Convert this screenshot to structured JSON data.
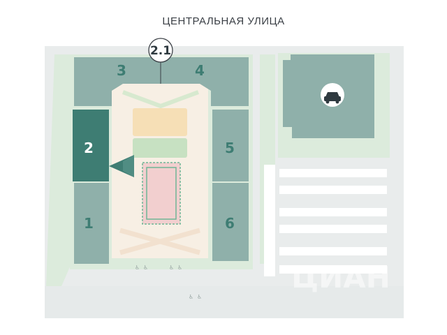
{
  "map": {
    "street_name": "ЦЕНТРАЛЬНАЯ УЛИЦА",
    "buildings": [
      {
        "id": "1",
        "label": "1",
        "state": "default"
      },
      {
        "id": "2",
        "label": "2",
        "state": "selected"
      },
      {
        "id": "3",
        "label": "3",
        "state": "default"
      },
      {
        "id": "4",
        "label": "4",
        "state": "default"
      },
      {
        "id": "5",
        "label": "5",
        "state": "default"
      },
      {
        "id": "6",
        "label": "6",
        "state": "default"
      }
    ],
    "tower_marker": "2.1",
    "parking_icon": "car-icon",
    "watermark_text": "ЦИАН"
  },
  "colors": {
    "building": "#8fb0aa",
    "building_selected": "#3e7d73",
    "label": "#3e7d73",
    "label_selected": "#ffffff",
    "grass": "#dcebdc",
    "road": "#e9ecec",
    "parking_bay": "#ffffff",
    "playground": "#f6dfb6",
    "lawn": "#c7e1c2",
    "court": "#f2cfcf",
    "court_line": "#6fb596",
    "selection_arrow": "#3e7d73"
  }
}
